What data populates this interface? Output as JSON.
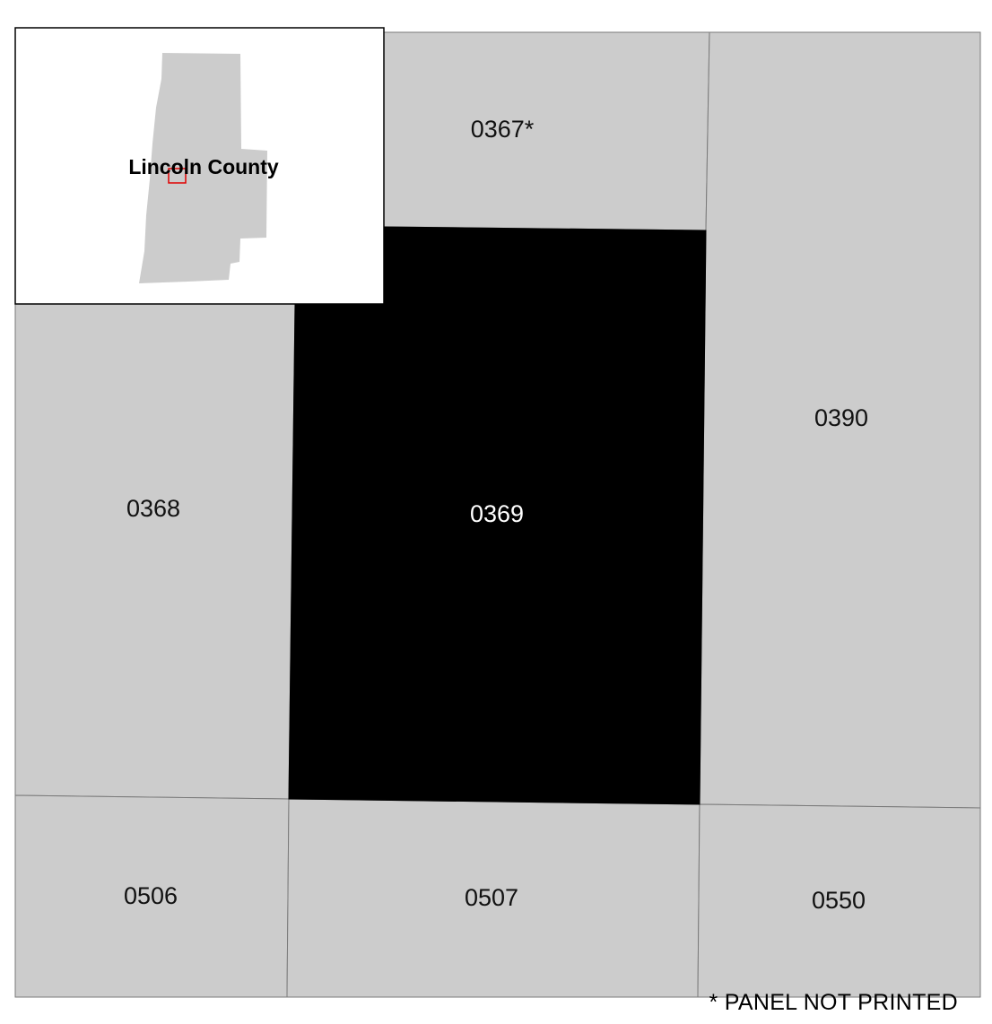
{
  "map": {
    "panels": [
      {
        "id": "0367",
        "label": "0367*",
        "selected": false
      },
      {
        "id": "0368",
        "label": "0368",
        "selected": false
      },
      {
        "id": "0369",
        "label": "0369",
        "selected": true
      },
      {
        "id": "0390",
        "label": "0390",
        "selected": false
      },
      {
        "id": "0506",
        "label": "0506",
        "selected": false
      },
      {
        "id": "0507",
        "label": "0507",
        "selected": false
      },
      {
        "id": "0550",
        "label": "0550",
        "selected": false
      }
    ],
    "colors": {
      "panel_fill": "#cccccc",
      "selected_fill": "#000000",
      "selected_label": "#ffffff",
      "locator_box": "#e00000"
    }
  },
  "inset": {
    "county_name": "Lincoln County"
  },
  "footnote": "* PANEL NOT PRINTED"
}
